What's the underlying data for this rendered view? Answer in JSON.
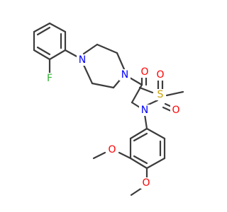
{
  "colors": {
    "background": "#ffffff",
    "bond": "#3c3c3c",
    "carbon": "#3c3c3c",
    "nitrogen": "#0000ff",
    "oxygen": "#ff0000",
    "sulfur": "#c8a000",
    "fluorine": "#33b233"
  },
  "atoms": {
    "F": "F",
    "N_piperazine_aryl": "N",
    "N_piperazine_amide": "N",
    "O_carbonyl": "O",
    "N_sulfonamide": "N",
    "S": "S",
    "O_sulfonyl_1": "O",
    "O_sulfonyl_2": "O",
    "O_methoxy_1": "O",
    "O_methoxy_2": "O"
  }
}
